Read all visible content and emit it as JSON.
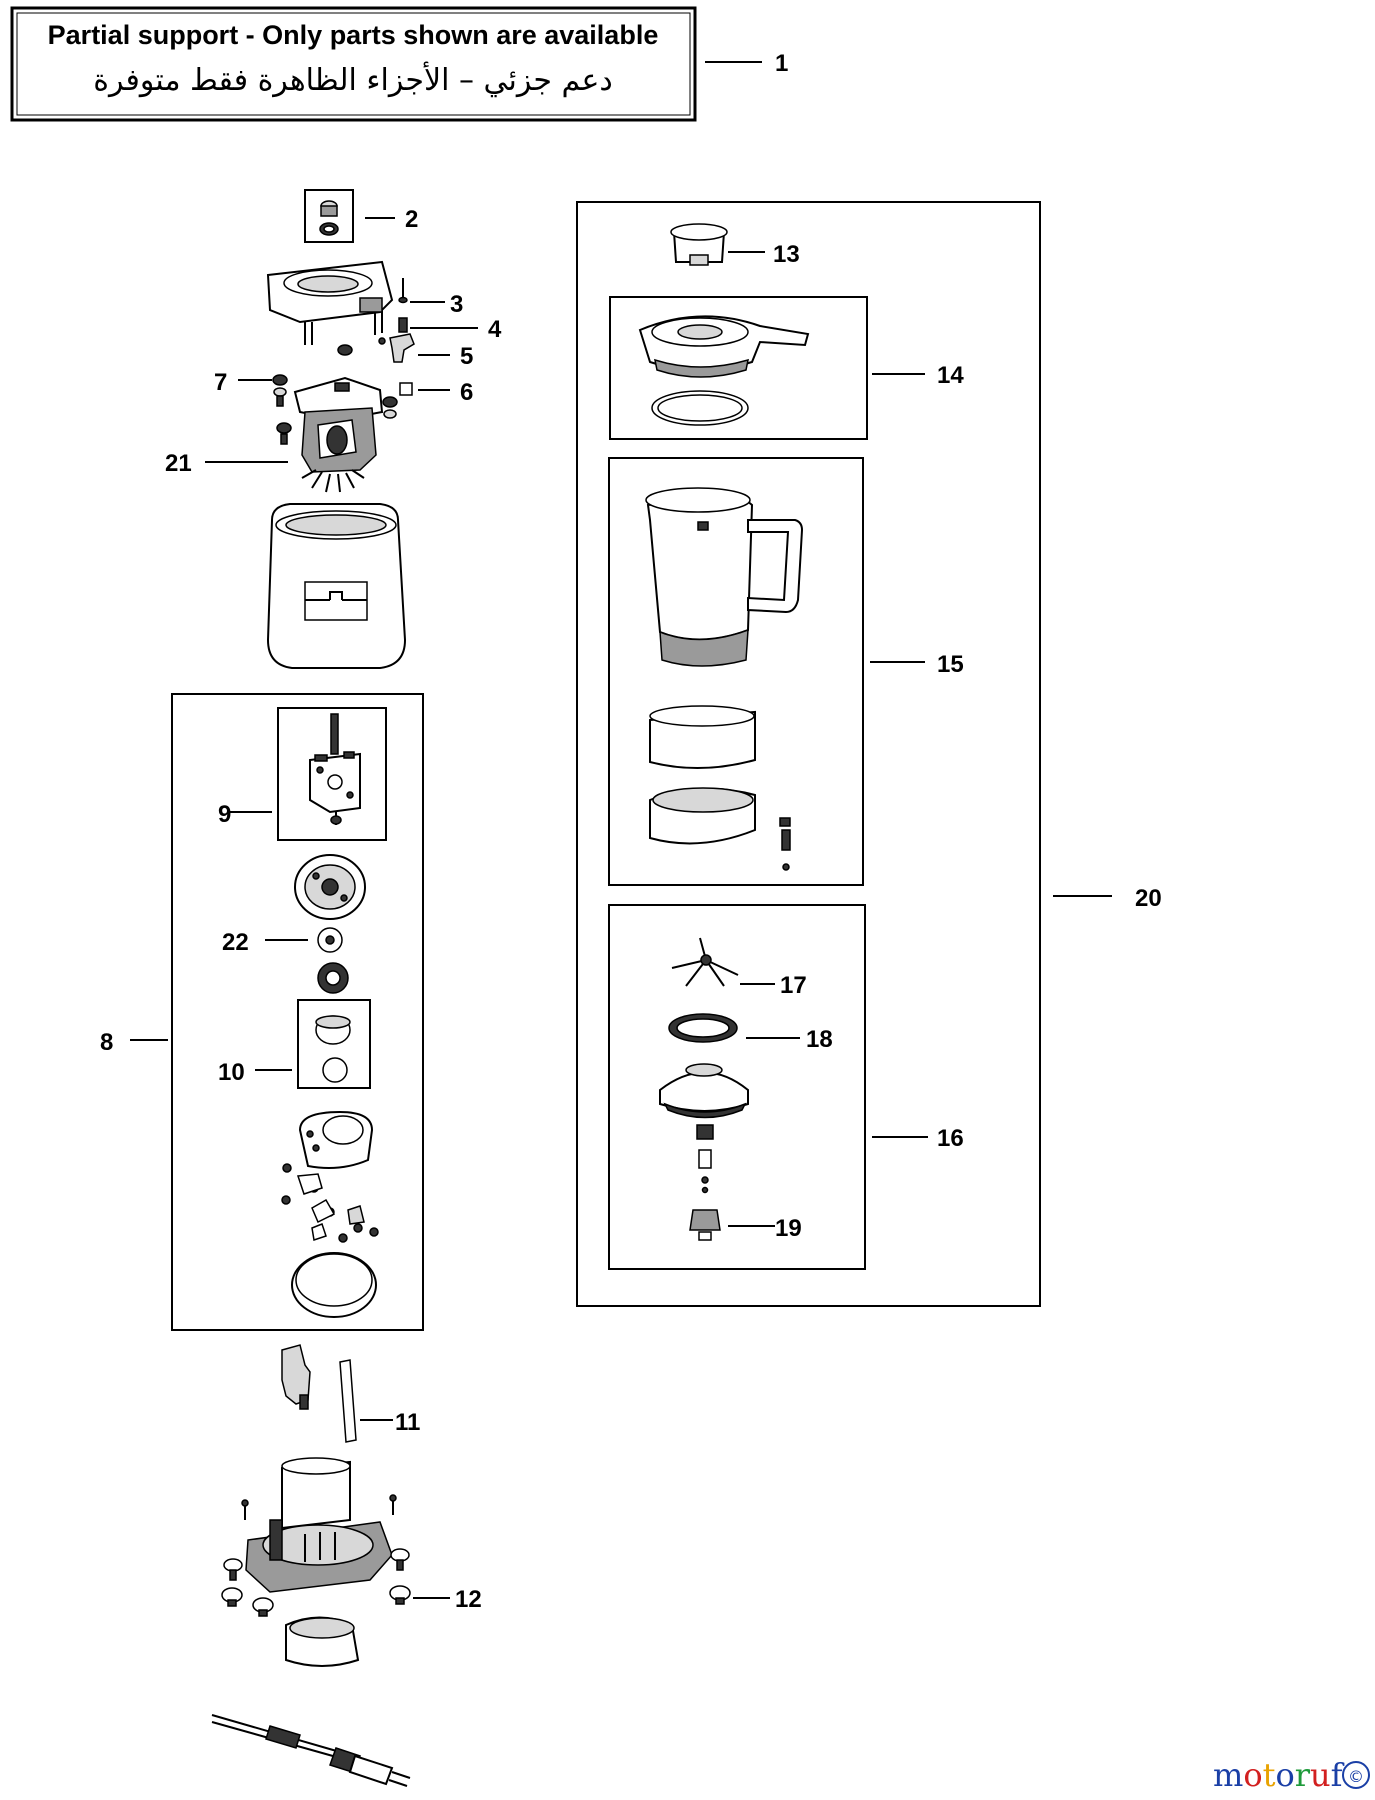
{
  "header": {
    "title_en": "Partial support - Only parts shown are available",
    "title_ar": "دعم جزئي – الأجزاء الظاهرة فقط متوفرة"
  },
  "callouts": [
    "1",
    "2",
    "3",
    "4",
    "5",
    "6",
    "7",
    "8",
    "9",
    "10",
    "11",
    "12",
    "13",
    "14",
    "15",
    "16",
    "17",
    "18",
    "19",
    "20",
    "21",
    "22"
  ],
  "watermark": {
    "text": "motoruf",
    "symbol": "©",
    "colors": [
      "#1a3fa6",
      "#d22020",
      "#e8a200",
      "#1a3fa6",
      "#1e9a3a",
      "#d22020",
      "#1a3fa6"
    ]
  }
}
